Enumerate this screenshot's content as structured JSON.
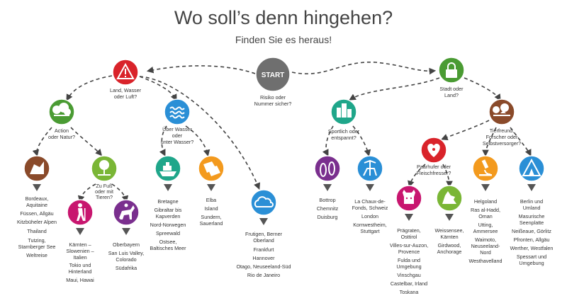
{
  "title": "Wo soll’s denn hingehen?",
  "subtitle": "Finden Sie es heraus!",
  "colors": {
    "start": "#6f6f6f",
    "red": "#d9232a",
    "green": "#4a9b33",
    "blue": "#2a8fd6",
    "lime": "#7ab636",
    "teal": "#1fa68a",
    "orange": "#f39a1e",
    "magenta": "#c8166f",
    "purple": "#7a2f8e",
    "brown": "#8a4a2a",
    "rust": "#c7581f"
  },
  "nodes": {
    "start": {
      "label": "START",
      "question": [
        "Risiko oder",
        "Nummer sicher?"
      ]
    },
    "land_wasser_luft": {
      "icon": "warning-icon",
      "question": [
        "Land, Wasser",
        "oder Luft?"
      ]
    },
    "stadt_land": {
      "icon": "lock-icon",
      "question": [
        "Stadt oder",
        "Land?"
      ]
    },
    "action_natur": {
      "icon": "tree-icon",
      "question": [
        "Action",
        "oder Natur?"
      ]
    },
    "wasser_unterwasser": {
      "icon": "waves-icon",
      "question": [
        "Über Wasser",
        "oder",
        "unter Wasser?"
      ]
    },
    "sportlich": {
      "icon": "city-icon",
      "question": [
        "Sportlich oder",
        "entspannt?"
      ]
    },
    "tierfreund": {
      "icon": "farm-icon",
      "question": [
        "Tierfreund,",
        "Forscher oder",
        "Selbstversorger?"
      ]
    },
    "fuss_tiere": {
      "icon": "nature-icon",
      "question": [
        "Zu Fuß",
        "oder mit",
        "Tieren?"
      ]
    },
    "paarhufer": {
      "icon": "heart-paw-icon",
      "question": [
        "Paarhufer oder",
        "Fleischfresser?"
      ]
    }
  },
  "leaves": {
    "action": {
      "icon": "climbing-icon",
      "destinations": [
        "Bordeaux,",
        "Aquitaine",
        "Füssen, Allgäu",
        "Kitzbüheler Alpen",
        "Thailand",
        "Tutzing,",
        "Starnberger See",
        "Weltreise"
      ]
    },
    "hiking": {
      "icon": "hiking-icon",
      "destinations": [
        "Kärnten –",
        "Slowenien –",
        "Italien",
        "Tokio und",
        "Hinterland",
        "Maui, Hawai"
      ]
    },
    "horse": {
      "icon": "horse-icon",
      "destinations": [
        "Oberbayern",
        "San Luis Valley,",
        "Colorado",
        "Südafrika"
      ]
    },
    "boat": {
      "icon": "boat-icon",
      "destinations": [
        "Bretagne",
        "Gibraltar bis",
        "Kapverden",
        "Nord-Norwegen",
        "Spreewald",
        "Ostsee,",
        "Baltisches Meer"
      ]
    },
    "diving": {
      "icon": "fins-icon",
      "destinations": [
        "Elba",
        "Island",
        "Sundern,",
        "Sauerland"
      ]
    },
    "cloud": {
      "icon": "cloud-icon",
      "destinations": [
        "Frutigen, Berner",
        "Oberland",
        "Frankfurt",
        "Hannover",
        "Otago, Neuseeland-Süd",
        "Rio de Janeiro"
      ]
    },
    "sandals": {
      "icon": "sandals-icon",
      "destinations": [
        "Bottrop",
        "Chemnitz",
        "Duisburg"
      ]
    },
    "beach": {
      "icon": "beach-chair-icon",
      "destinations": [
        "La Chaux-de-",
        "Fonds, Schweiz",
        "London",
        "Kornwestheim,",
        "Stuttgart"
      ]
    },
    "cow": {
      "icon": "cow-icon",
      "destinations": [
        "Prägraten,",
        "Osttirol",
        "Villes-sur-Auzon,",
        "Provence",
        "Fulda und",
        "Umgebung",
        "Vinschgau",
        "Castelbar, Irland",
        "Toskana"
      ]
    },
    "wolf": {
      "icon": "wolf-icon",
      "destinations": [
        "Weissensee,",
        "Kärnten",
        "Girdwood,",
        "Anchorage"
      ]
    },
    "microscope": {
      "icon": "microscope-icon",
      "destinations": [
        "Helgoland",
        "Ras al-Hadd,",
        "Oman",
        "Utting,",
        "Ammersee",
        "Waimoto,",
        "Neuseeland-",
        "Nord",
        "Westhavelland"
      ]
    },
    "tent": {
      "icon": "tent-icon",
      "destinations": [
        "Berlin und",
        "Umland",
        "Masurische",
        "Seenplatte",
        "Neißeaue, Görlitz",
        "Pfronten, Allgäu",
        "Werther, Westfalen",
        "Spessart und",
        "Umgebung"
      ]
    }
  }
}
